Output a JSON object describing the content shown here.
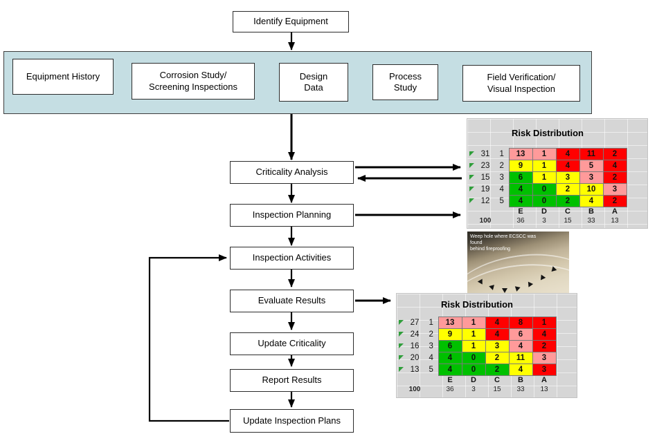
{
  "palette": {
    "red": "#ff0000",
    "salmon": "#ff9a9a",
    "yellow": "#ffff00",
    "green": "#00c000"
  },
  "flow": {
    "start": "Identify Equipment",
    "inputs": [
      "Equipment History",
      "Corrosion Study/\nScreening Inspections",
      "Design\nData",
      "Process\nStudy",
      "Field Verification/\nVisual Inspection"
    ],
    "steps": [
      "Criticality Analysis",
      "Inspection Planning",
      "Inspection Activities",
      "Evaluate Results",
      "Update Criticality",
      "Report Results",
      "Update Inspection Plans"
    ]
  },
  "risk_tables": [
    {
      "title": "Risk Distribution",
      "row_totals": [
        31,
        23,
        15,
        19,
        12
      ],
      "row_indices": [
        1,
        2,
        3,
        4,
        5
      ],
      "matrix": [
        [
          13,
          1,
          4,
          11,
          2
        ],
        [
          9,
          1,
          4,
          5,
          4
        ],
        [
          6,
          1,
          3,
          3,
          2
        ],
        [
          4,
          0,
          2,
          10,
          3
        ],
        [
          4,
          0,
          2,
          4,
          2
        ]
      ],
      "cell_colors": [
        [
          "salmon",
          "salmon",
          "red",
          "red",
          "red"
        ],
        [
          "yellow",
          "yellow",
          "red",
          "salmon",
          "red"
        ],
        [
          "green",
          "yellow",
          "yellow",
          "salmon",
          "red"
        ],
        [
          "green",
          "green",
          "yellow",
          "yellow",
          "salmon"
        ],
        [
          "green",
          "green",
          "green",
          "yellow",
          "red"
        ]
      ],
      "col_headers": [
        "E",
        "D",
        "C",
        "B",
        "A"
      ],
      "grand_total": 100,
      "col_totals": [
        36,
        3,
        15,
        33,
        13
      ]
    },
    {
      "title": "Risk Distribution",
      "row_totals": [
        27,
        24,
        16,
        20,
        13
      ],
      "row_indices": [
        1,
        2,
        3,
        4,
        5
      ],
      "matrix": [
        [
          13,
          1,
          4,
          8,
          1
        ],
        [
          9,
          1,
          4,
          6,
          4
        ],
        [
          6,
          1,
          3,
          4,
          2
        ],
        [
          4,
          0,
          2,
          11,
          3
        ],
        [
          4,
          0,
          2,
          4,
          3
        ]
      ],
      "cell_colors": [
        [
          "salmon",
          "salmon",
          "red",
          "red",
          "red"
        ],
        [
          "yellow",
          "yellow",
          "red",
          "salmon",
          "red"
        ],
        [
          "green",
          "yellow",
          "yellow",
          "salmon",
          "red"
        ],
        [
          "green",
          "green",
          "yellow",
          "yellow",
          "salmon"
        ],
        [
          "green",
          "green",
          "green",
          "yellow",
          "red"
        ]
      ],
      "col_headers": [
        "E",
        "D",
        "C",
        "B",
        "A"
      ],
      "grand_total": 100,
      "col_totals": [
        36,
        3,
        15,
        33,
        13
      ]
    }
  ],
  "photo": {
    "caption": "Weep hole where ECSCC was found\nbehind fireproofing"
  }
}
